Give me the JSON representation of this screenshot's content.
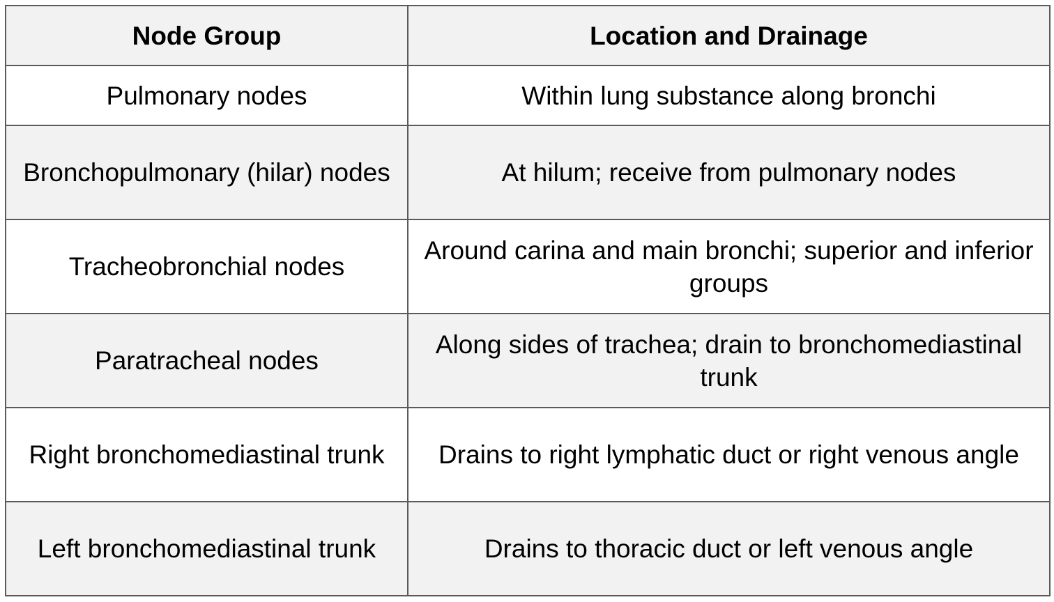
{
  "table": {
    "headers": [
      "Node Group",
      "Location and Drainage"
    ],
    "rows": [
      [
        "Pulmonary nodes",
        "Within lung substance along bronchi"
      ],
      [
        "Bronchopulmonary (hilar) nodes",
        "At hilum; receive from pulmonary nodes"
      ],
      [
        "Tracheobronchial nodes",
        "Around carina and main bronchi; superior and inferior groups"
      ],
      [
        "Paratracheal nodes",
        "Along sides of trachea; drain to bronchomediastinal trunk"
      ],
      [
        "Right bronchomediastinal trunk",
        "Drains to right lymphatic duct or right venous angle"
      ],
      [
        "Left bronchomediastinal trunk",
        "Drains to thoracic duct or left venous angle"
      ]
    ]
  },
  "colors": {
    "border": "#5a5a5a",
    "header_bg": "#f2f2f2",
    "alt_row_bg": "#f2f2f2",
    "text": "#000000"
  }
}
